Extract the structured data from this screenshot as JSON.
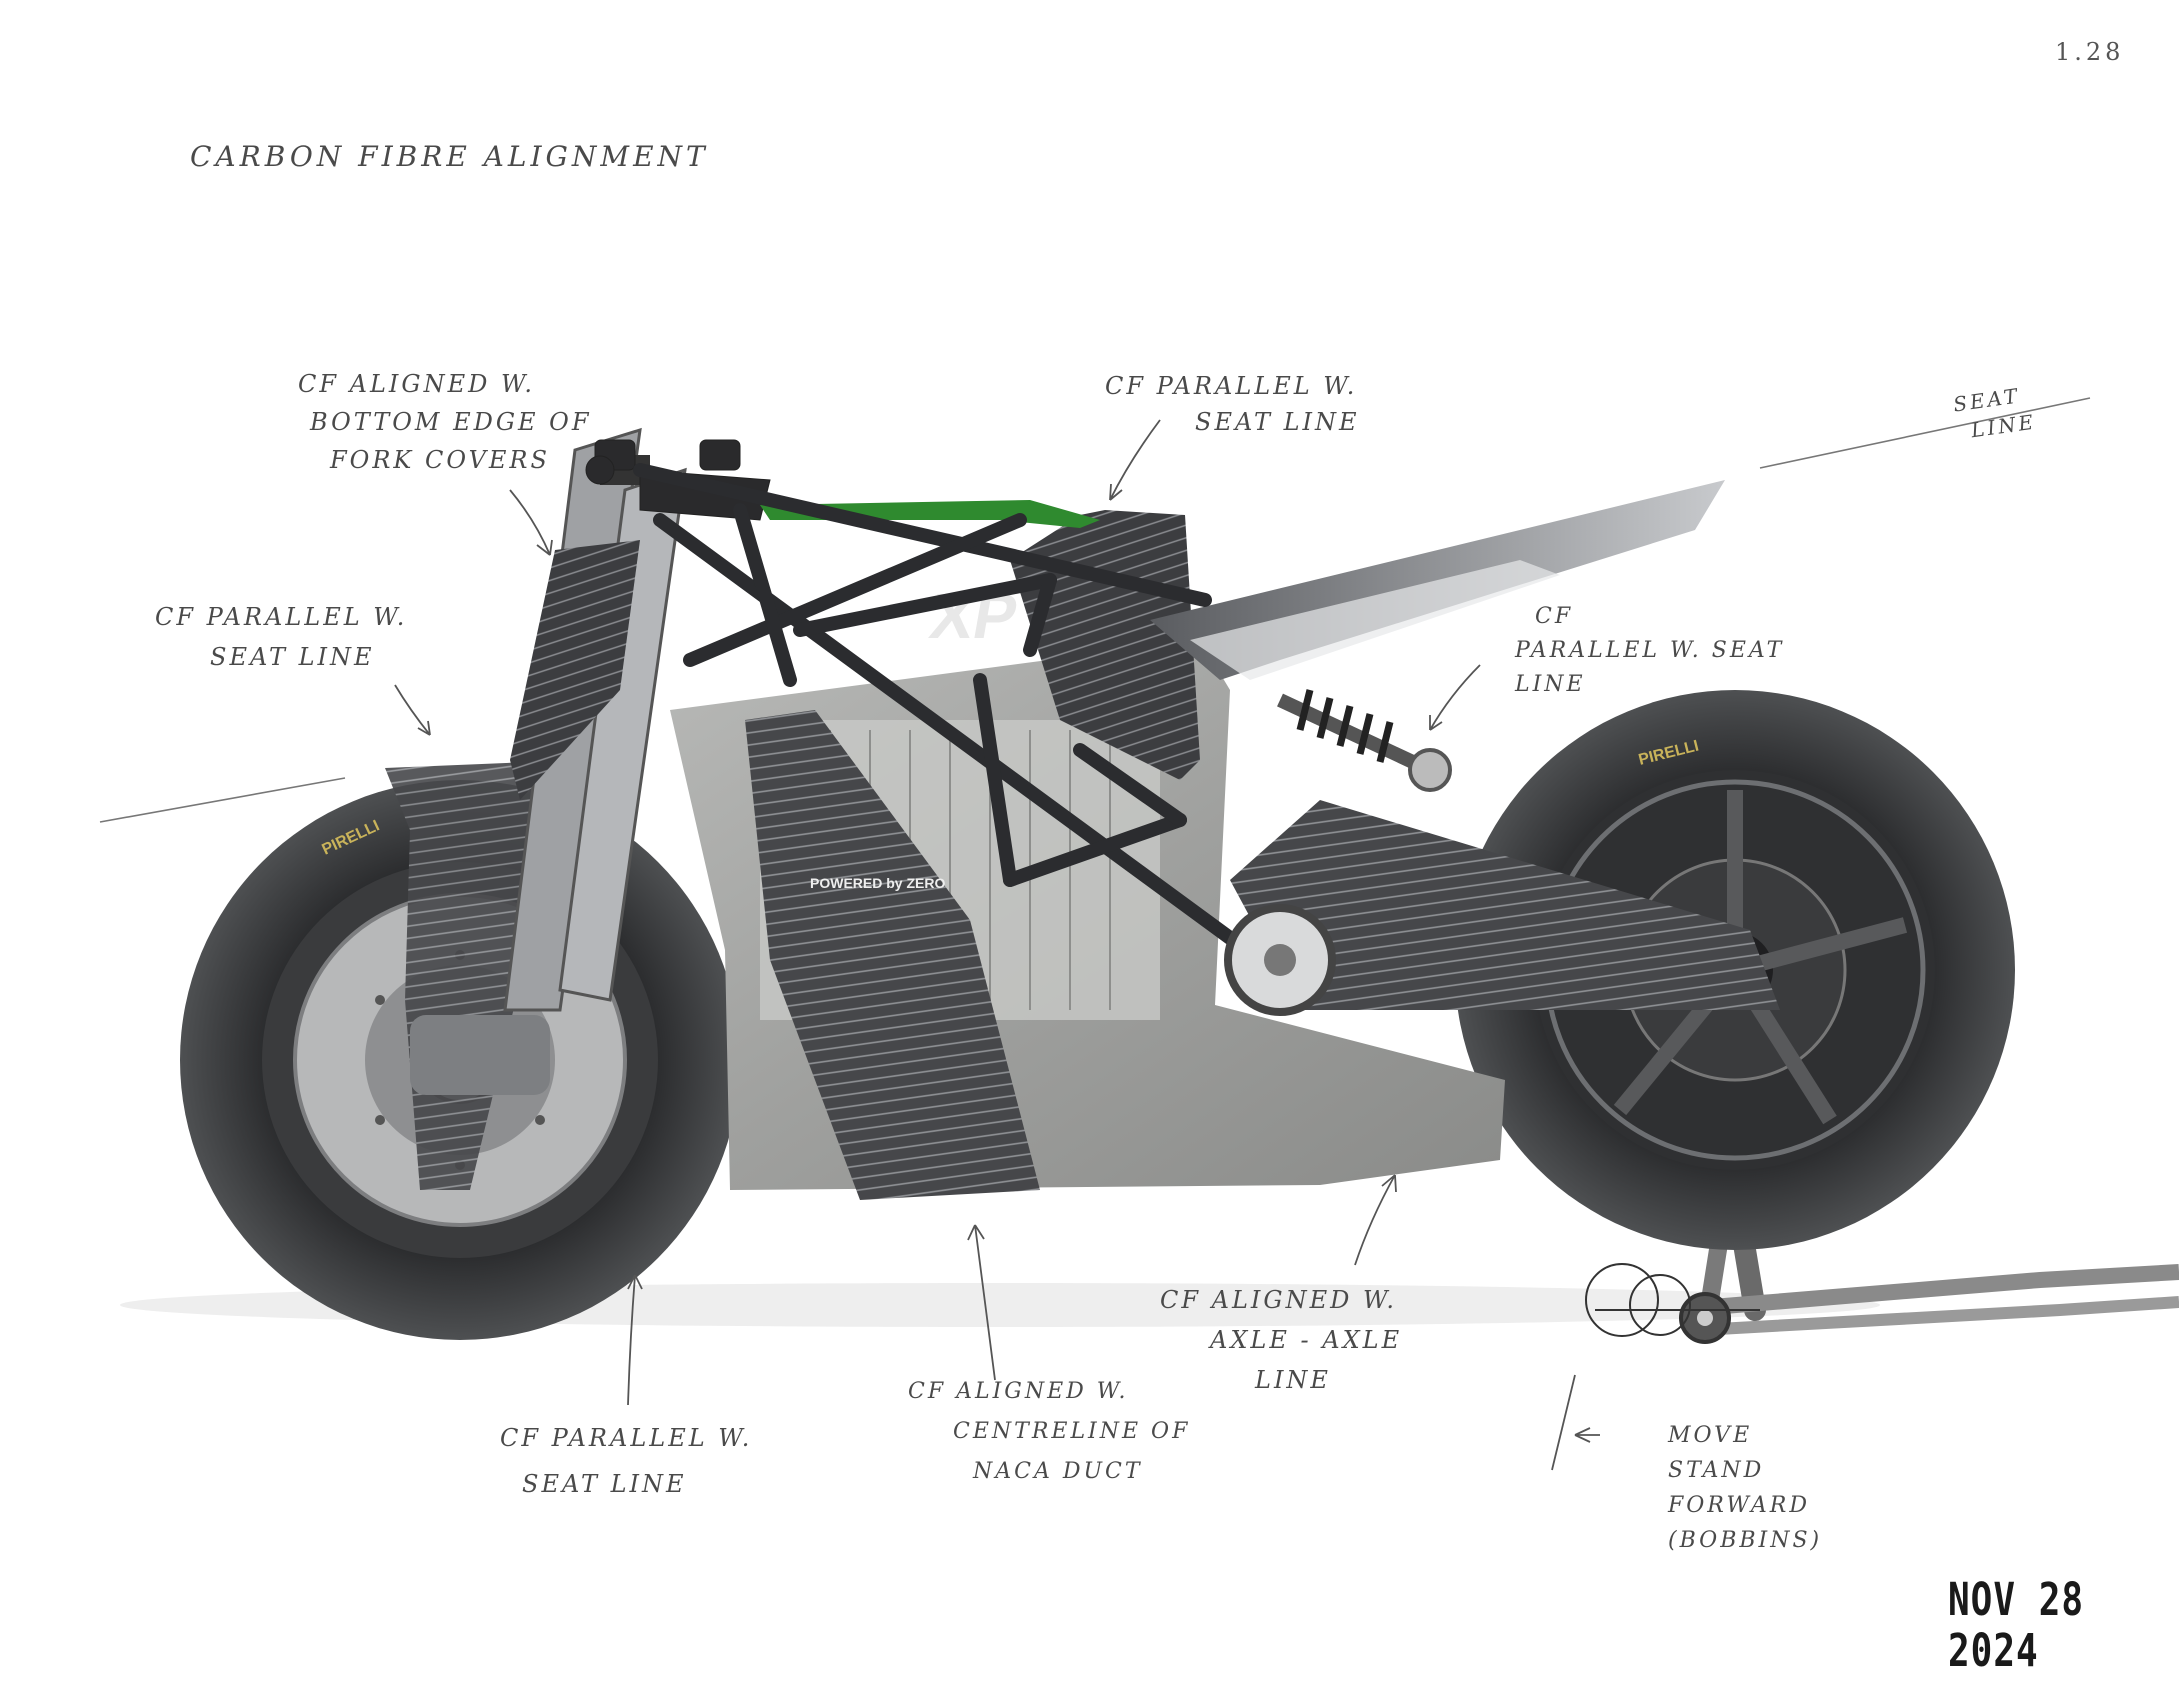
{
  "page": {
    "page_number": "1.28",
    "title": "CARBON FIBRE ALIGNMENT",
    "date_stamp": "NOV 28 2024"
  },
  "annotations": {
    "fork_covers": [
      "CF ALIGNED W.",
      "BOTTOM EDGE OF",
      "FORK COVERS"
    ],
    "seat_line_top": [
      "CF PARALLEL W.",
      "SEAT LINE"
    ],
    "seat_line_right": [
      "SEAT",
      "LINE"
    ],
    "front_left": [
      "CF PARALLEL W.",
      "SEAT LINE"
    ],
    "shock": [
      "CF",
      "PARALLEL W. SEAT",
      "LINE"
    ],
    "front_bottom": [
      "CF PARALLEL W.",
      "SEAT LINE"
    ],
    "naca": [
      "CF ALIGNED W.",
      "CENTRELINE OF",
      "NACA DUCT"
    ],
    "axle": [
      "CF ALIGNED W.",
      "AXLE - AXLE",
      "LINE"
    ],
    "stand": [
      "MOVE",
      "STAND",
      "FORWARD",
      "(BOBBINS)"
    ]
  },
  "bike": {
    "tank_logo": "XP",
    "side_badge": "POWERED by ZERO",
    "tyre_brand": "PIRELLI"
  },
  "colors": {
    "ink": "#4a4a4a",
    "carbon": "#3c3d40",
    "body_panel": "#a9aaa8",
    "green_accent": "#2f8a2f"
  }
}
